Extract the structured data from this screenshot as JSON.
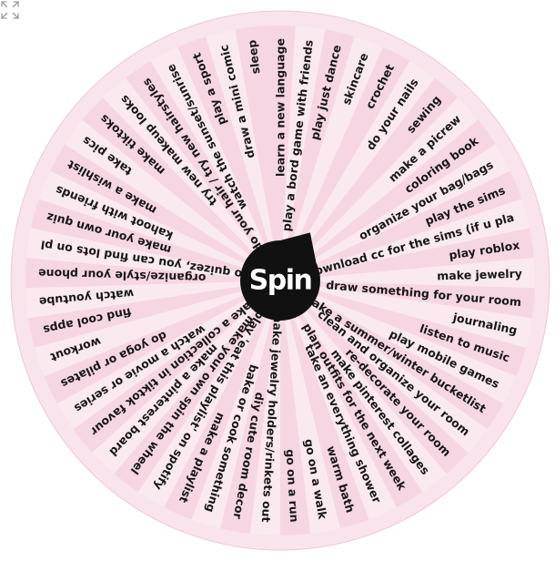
{
  "wheel": {
    "spin_label": "Spin",
    "colors": {
      "segment_a": "#f7d6e3",
      "segment_b": "#fbe9f0",
      "rim": "#f9e3ec",
      "rim_edge": "#ecc8d6",
      "hub": "#111111",
      "hub_text": "#ffffff",
      "label_text": "#161616"
    },
    "entries": [
      "learn a new language",
      "play a bord game with friends",
      "play just dance",
      "skincare",
      "crochet",
      "do your nails",
      "sewing",
      "make a picrew",
      "coloring book",
      "organize your bag/bags",
      "play the sims",
      "download cc for the sims (if u pla",
      "play roblox",
      "make jewelry",
      "draw something for your room",
      "journaling",
      "listen to music",
      "play mobile games",
      "make a summer/winter bucketlist",
      "clean and organize your room",
      "re-decorate your room",
      "make pinterest collages",
      "plan outfits for the next week",
      "take an everything shower",
      "warm bath",
      "go on a walk",
      "go on a run",
      "make jewelry holders/rinkets out",
      "diy cute room decor",
      "bake or cook something",
      "make a playlist",
      "play 'eat this playlist' on spotify",
      "make your own spin the wheel",
      "make a pinterest board",
      "make a collection in tiktok favour",
      "watch a movie or series",
      "do yoga or pilates",
      "workout",
      "find cool apps",
      "watch youtube",
      "organize/style your phone",
      "do quizez, you can find lots on pl",
      "make your own quiz",
      "kahoot with friends",
      "make a wishlist",
      "take pics",
      "make tiktoks",
      "try new makeup looks",
      "do your hair / try new hairstyles",
      "watch the sunset/sunrise",
      "play a sport",
      "draw a mini comic",
      "sleep"
    ]
  },
  "icons": {
    "fullscreen": "expand-icon"
  }
}
